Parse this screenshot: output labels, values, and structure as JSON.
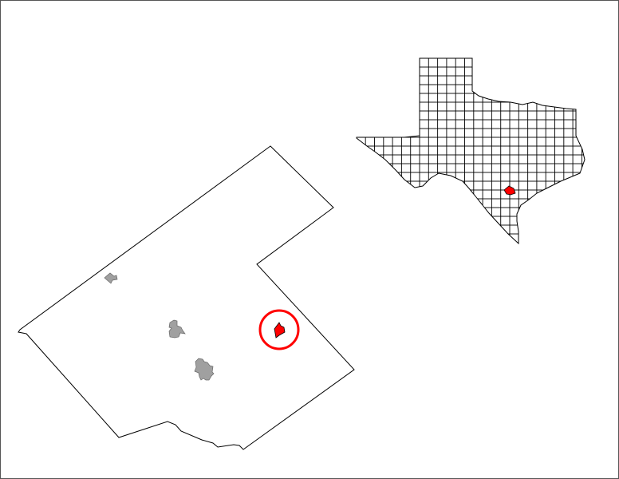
{
  "map": {
    "type": "locator-map",
    "colors": {
      "background": "#ffffff",
      "boundary": "#000000",
      "other_places": "#a0a0a0",
      "highlight": "#ff0000",
      "highlight_circle": "#ff0000"
    },
    "county_inset": {
      "places": [
        {
          "kind": "other-place"
        },
        {
          "kind": "other-place"
        },
        {
          "kind": "other-place"
        },
        {
          "kind": "highlighted-place"
        }
      ],
      "highlight_circle": true
    },
    "state_inset": {
      "highlighted_county": true
    }
  }
}
